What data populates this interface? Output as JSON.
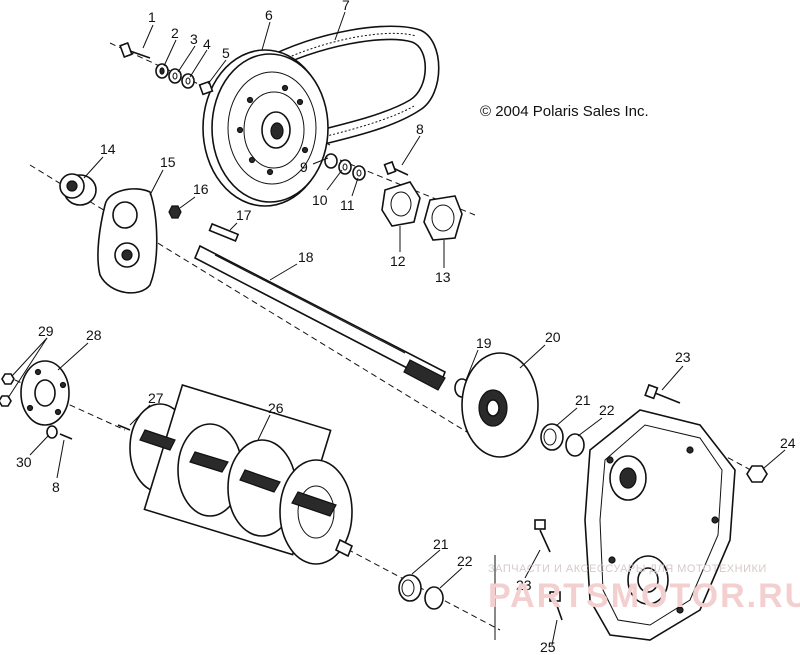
{
  "copyright": "© 2004 Polaris Sales Inc.",
  "watermark": {
    "subtitle": "ЗАПЧАСТИ И АКСЕССУАРЫ ДЛЯ МОТОТЕХНИКИ",
    "brand": "PARTSMOTOR.RU"
  },
  "callouts": [
    "1",
    "2",
    "3",
    "4",
    "5",
    "6",
    "7",
    "8",
    "9",
    "10",
    "11",
    "12",
    "13",
    "14",
    "15",
    "16",
    "17",
    "18",
    "19",
    "20",
    "21",
    "22",
    "23",
    "24",
    "25",
    "26",
    "27",
    "28",
    "29",
    "30"
  ]
}
